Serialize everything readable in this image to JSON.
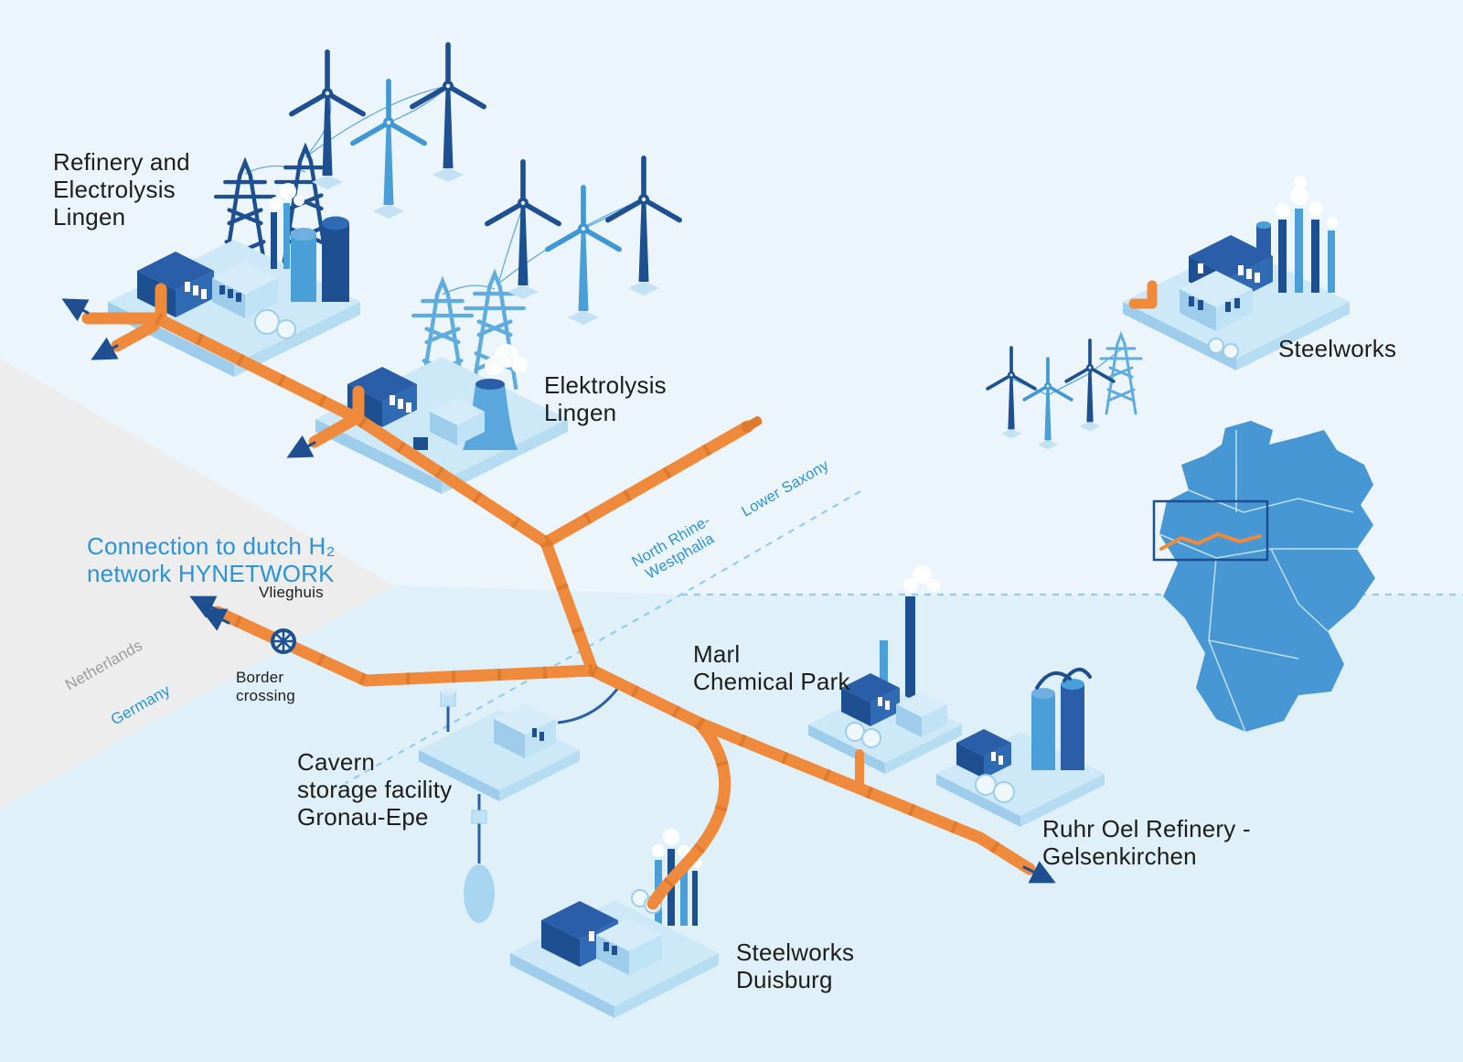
{
  "labels": {
    "refinery_lingen": "Refinery and\nElectrolysis\nLingen",
    "elektrolysis_lingen": "Elektrolysis\nLingen",
    "steelworks": "Steelworks",
    "connection_hynetwork": "Connection to dutch H₂\nnetwork HYNETWORK",
    "vlieghuis": "Vlieghuis",
    "border_crossing": "Border\ncrossing",
    "netherlands": "Netherlands",
    "germany": "Germany",
    "lower_saxony": "Lower Saxony",
    "north_rhine_westphalia": "North Rhine-\nWestphalia",
    "marl_chemical_park": "Marl\nChemical Park",
    "cavern_storage": "Cavern\nstorage facility\nGronau-Epe",
    "ruhr_oel_refinery": "Ruhr Oel Refinery -\nGelsenkirchen",
    "steelworks_duisburg": "Steelworks\nDuisburg"
  },
  "colors": {
    "background": "#ecf5fb",
    "background_south": "#e0f0f9",
    "netherlands_area": "#ededed",
    "pipeline_orange": "#ef8a3c",
    "pipeline_joint": "#de7a2e",
    "navy": "#1d4f91",
    "mid_blue": "#4a9fd8",
    "light_blue": "#a8d6f0",
    "platform": "#cde8f6",
    "map_blue": "#4697d4",
    "label_dark": "#1d1d1b",
    "label_blue": "#2b93d8",
    "label_gray": "#9b9b9b",
    "dashed_border": "#8fcdec"
  },
  "icons": {
    "wind_turbine": "wind-turbine-icon",
    "power_pylon": "power-pylon-icon",
    "valve": "valve-icon",
    "flow_arrow": "flow-arrow-icon"
  }
}
